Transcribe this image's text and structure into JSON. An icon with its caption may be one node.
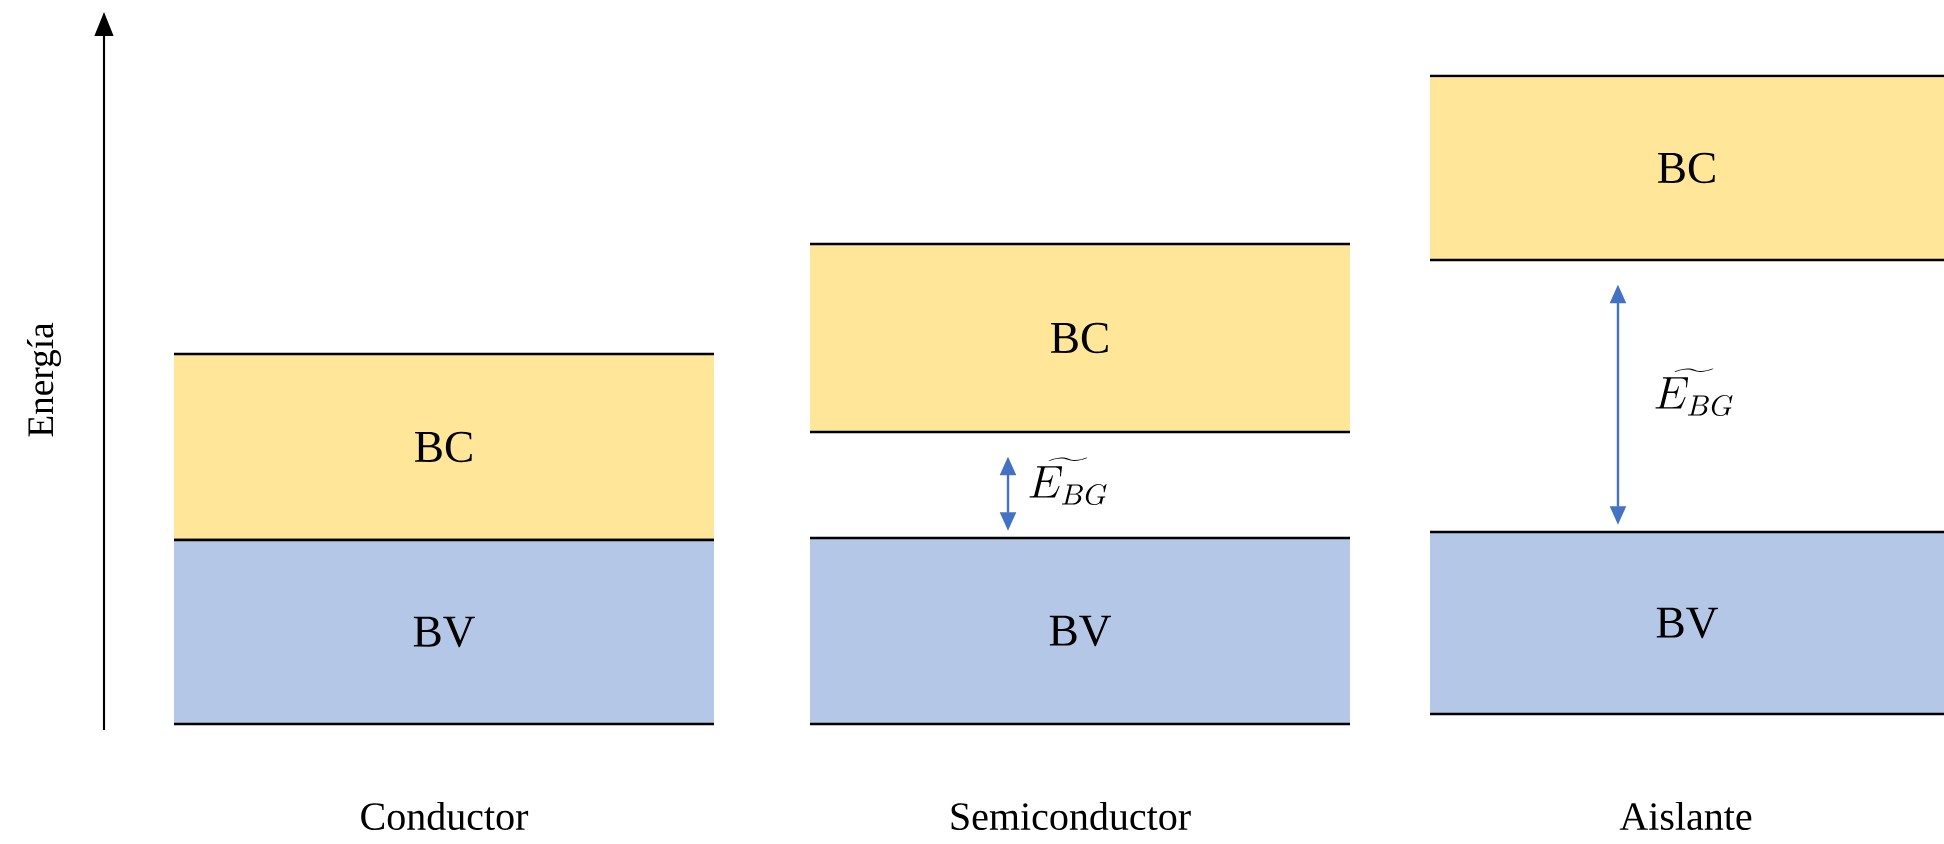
{
  "diagram": {
    "nodes": [
      {
        "text": [
          "BC"
        ]
      },
      {
        "text": [
          "BV"
        ]
      },
      {
        "text": [
          "BC"
        ]
      },
      {
        "text": [
          "BV"
        ]
      },
      {
        "text": [
          "BC"
        ]
      },
      {
        "text": [
          "BV"
        ]
      }
    ],
    "edges": [
      {
        "from": 3,
        "to": 2,
        "arrow": "both",
        "label": "\\widetilde{E_{BG}}"
      },
      {
        "from": 5,
        "to": 4,
        "arrow": "both",
        "label": "\\widetilde{E_{BG}}"
      }
    ],
    "labels": [
      "Energía",
      "Conductor",
      "Semiconductor",
      "Aislante"
    ]
  }
}
